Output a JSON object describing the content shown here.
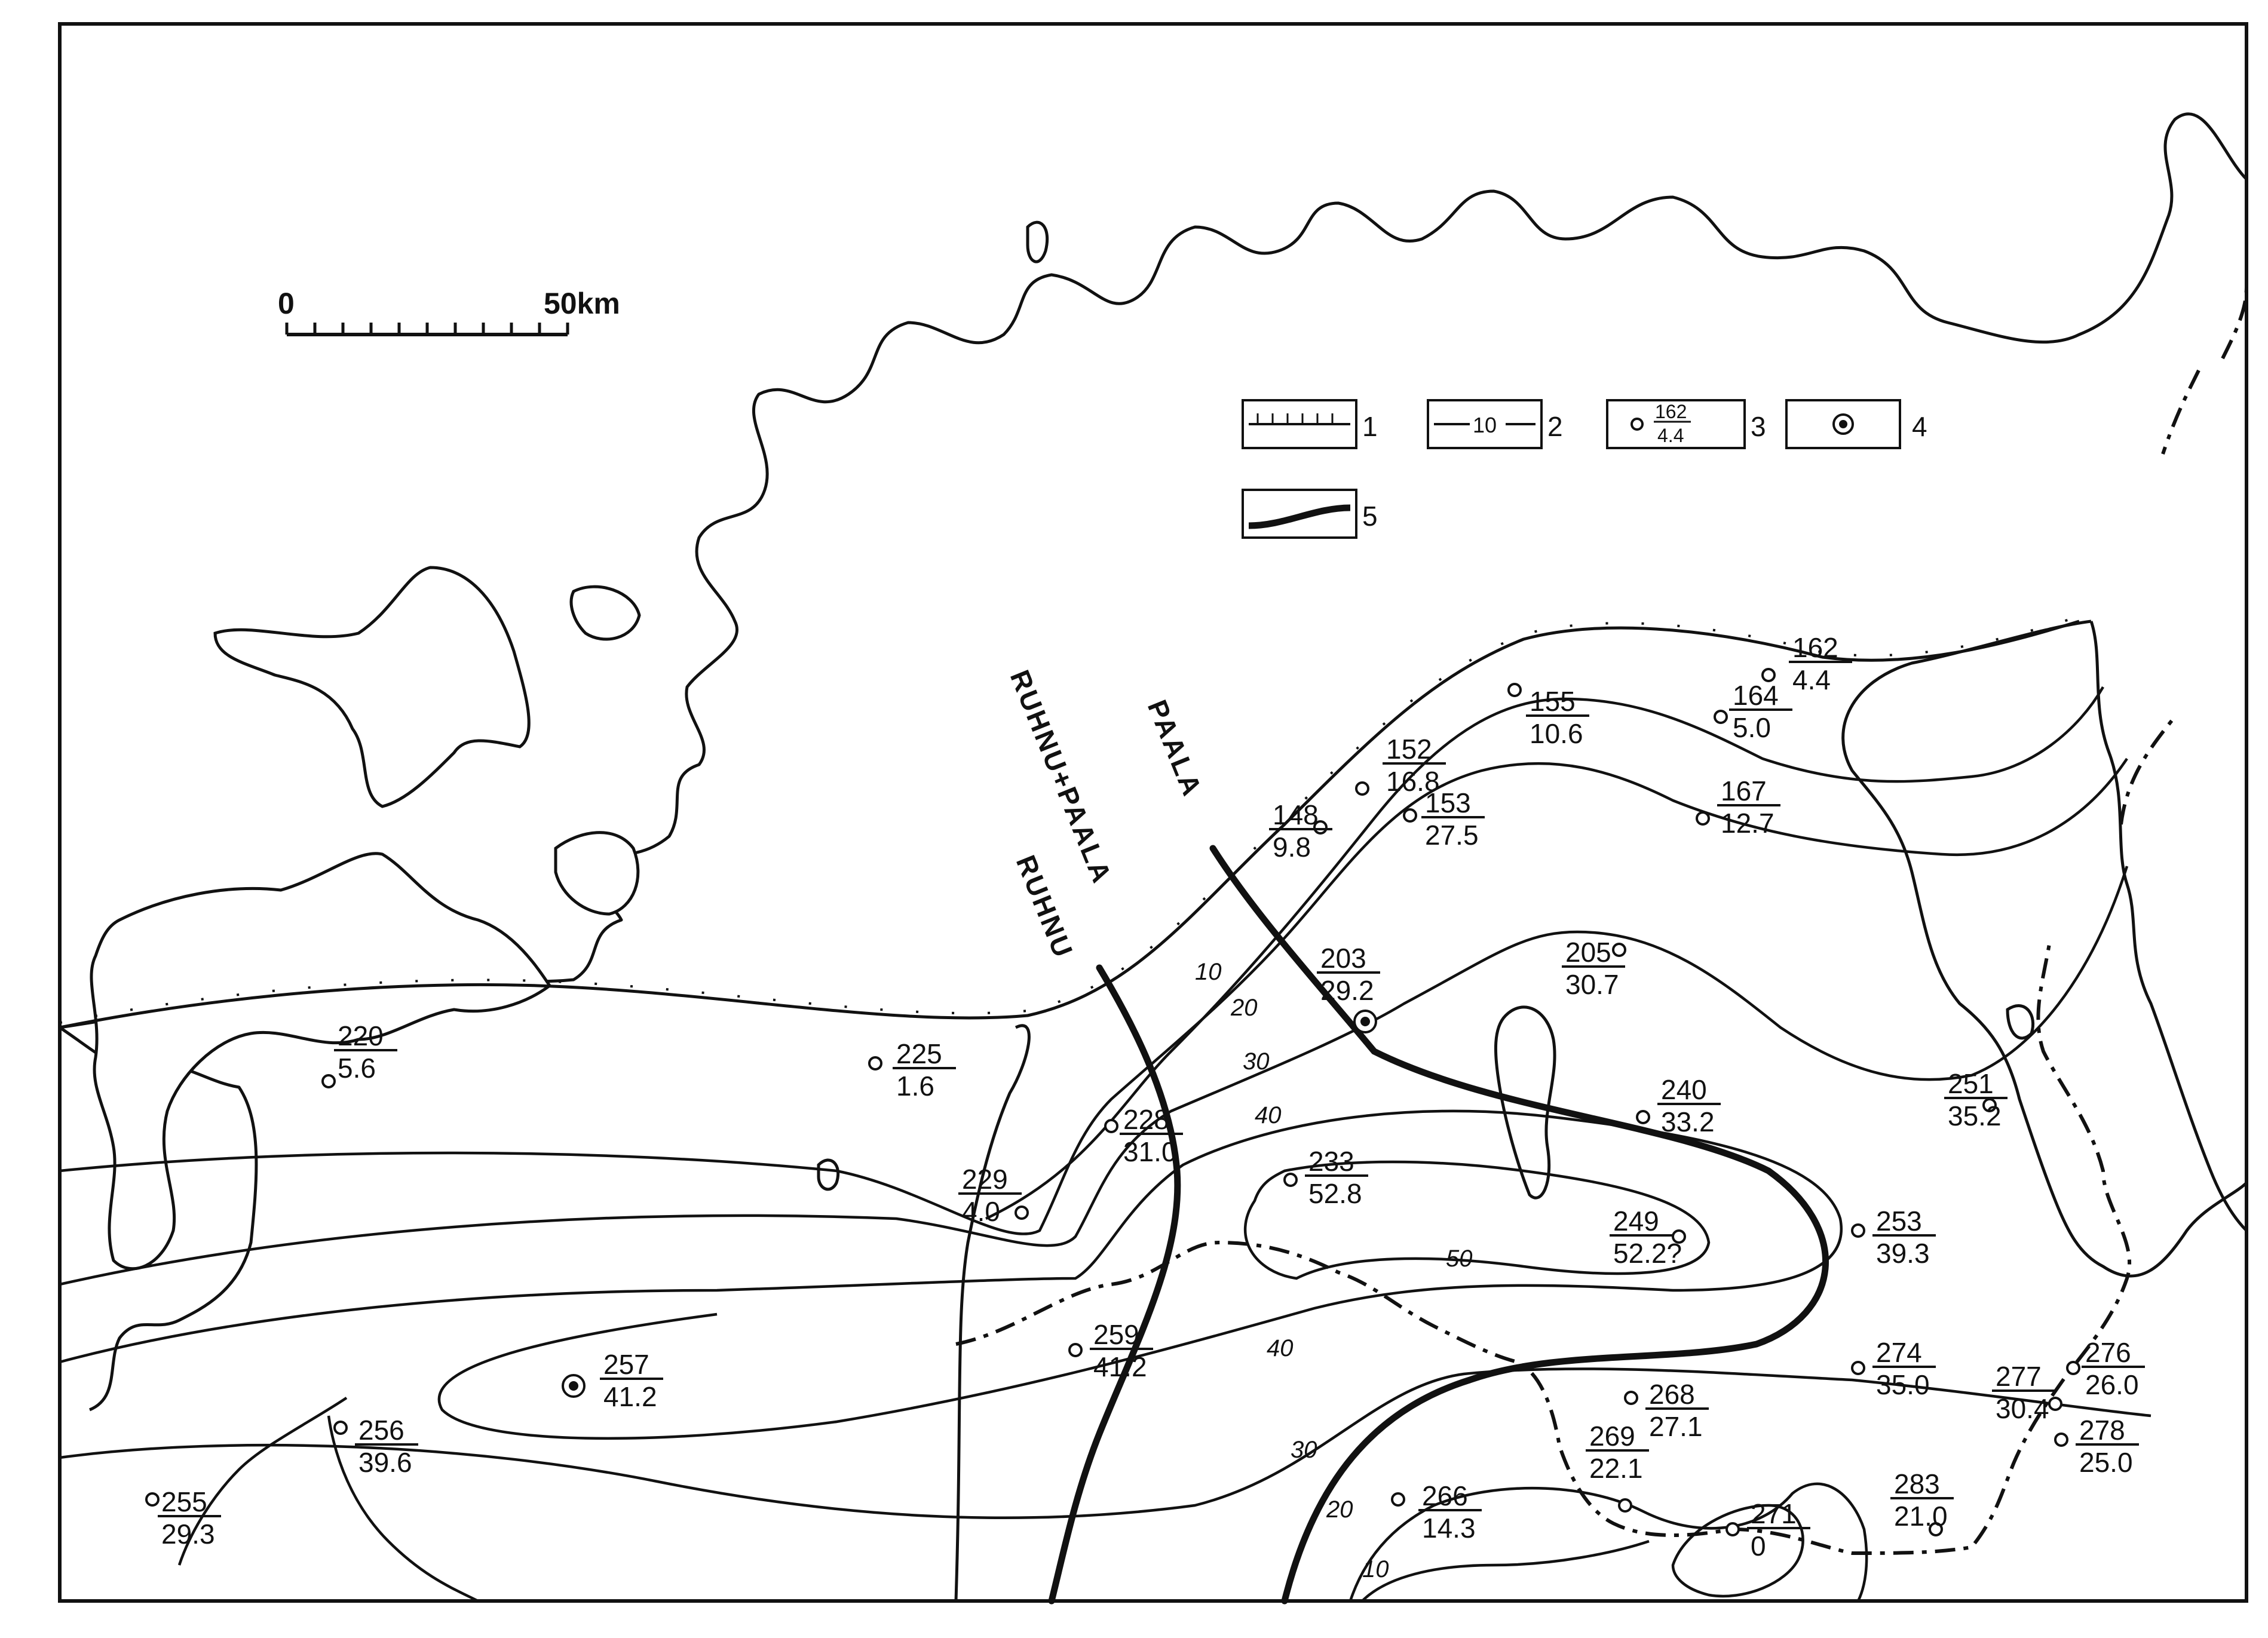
{
  "scale_bar": {
    "start": "0",
    "end": "50km"
  },
  "legend": [
    {
      "key": "1",
      "symbol": "erosion-edge"
    },
    {
      "key": "2",
      "symbol": "isopach",
      "sample_value": "10"
    },
    {
      "key": "3",
      "symbol": "borehole",
      "sample_number": "162",
      "sample_value": "4.4"
    },
    {
      "key": "4",
      "symbol": "reference-section"
    },
    {
      "key": "5",
      "symbol": "unit-boundary"
    }
  ],
  "unit_labels": {
    "paala": "PAALA",
    "ruhnu_paala": "RUHNU+PAALA",
    "ruhnu": "RUHNU"
  },
  "isopach_labels": [
    "10",
    "20",
    "30",
    "40",
    "50",
    "40",
    "30",
    "20",
    "10"
  ],
  "boreholes": [
    {
      "id": "162",
      "value": "4.4"
    },
    {
      "id": "164",
      "value": "5.0"
    },
    {
      "id": "155",
      "value": "10.6"
    },
    {
      "id": "152",
      "value": "16.8"
    },
    {
      "id": "153",
      "value": "27.5"
    },
    {
      "id": "148",
      "value": "9.8"
    },
    {
      "id": "167",
      "value": "12.7"
    },
    {
      "id": "203",
      "value": "29.2"
    },
    {
      "id": "205",
      "value": "30.7"
    },
    {
      "id": "220",
      "value": "5.6"
    },
    {
      "id": "225",
      "value": "1.6"
    },
    {
      "id": "228",
      "value": "31.0"
    },
    {
      "id": "229",
      "value": "4.0"
    },
    {
      "id": "233",
      "value": "52.8"
    },
    {
      "id": "240",
      "value": "33.2"
    },
    {
      "id": "249",
      "value": "52.2?"
    },
    {
      "id": "251",
      "value": "35.2"
    },
    {
      "id": "253",
      "value": "39.3"
    },
    {
      "id": "257",
      "value": "41.2"
    },
    {
      "id": "259",
      "value": "41.2"
    },
    {
      "id": "256",
      "value": "39.6"
    },
    {
      "id": "255",
      "value": "29.3"
    },
    {
      "id": "274",
      "value": "35.0"
    },
    {
      "id": "268",
      "value": "27.1"
    },
    {
      "id": "269",
      "value": "22.1"
    },
    {
      "id": "266",
      "value": "14.3"
    },
    {
      "id": "271",
      "value": "0"
    },
    {
      "id": "283",
      "value": "21.0"
    },
    {
      "id": "277",
      "value": "30.4"
    },
    {
      "id": "276",
      "value": "26.0"
    },
    {
      "id": "278",
      "value": "25.0"
    }
  ]
}
